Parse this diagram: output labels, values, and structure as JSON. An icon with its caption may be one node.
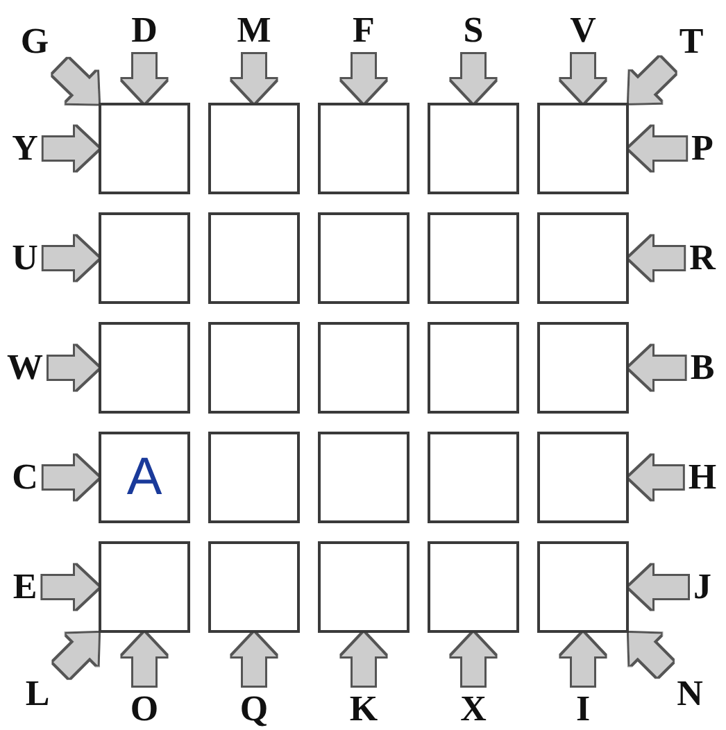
{
  "diagram": {
    "nodes": [
      {
        "text": [
          "G"
        ]
      },
      {
        "text": [
          "D"
        ]
      },
      {
        "text": [
          "M"
        ]
      },
      {
        "text": [
          "F"
        ]
      },
      {
        "text": [
          "S"
        ]
      },
      {
        "text": [
          "V"
        ]
      },
      {
        "text": [
          "T"
        ]
      },
      {
        "text": [
          "Y"
        ]
      },
      {
        "text": [],
        "shape": "box"
      },
      {
        "text": [],
        "shape": "box"
      },
      {
        "text": [],
        "shape": "box"
      },
      {
        "text": [],
        "shape": "box"
      },
      {
        "text": [],
        "shape": "box"
      },
      {
        "text": [
          "P"
        ]
      },
      {
        "text": [
          "U"
        ]
      },
      {
        "text": [],
        "shape": "box"
      },
      {
        "text": [],
        "shape": "box"
      },
      {
        "text": [],
        "shape": "box"
      },
      {
        "text": [],
        "shape": "box"
      },
      {
        "text": [],
        "shape": "box"
      },
      {
        "text": [
          "R"
        ]
      },
      {
        "text": [
          "W"
        ]
      },
      {
        "text": [],
        "shape": "box"
      },
      {
        "text": [],
        "shape": "box"
      },
      {
        "text": [],
        "shape": "box"
      },
      {
        "text": [],
        "shape": "box"
      },
      {
        "text": [],
        "shape": "box"
      },
      {
        "text": [
          "B"
        ]
      },
      {
        "text": [
          "C"
        ]
      },
      {
        "text": [
          "A"
        ]
      },
      {
        "text": [],
        "shape": "box"
      },
      {
        "text": [],
        "shape": "box"
      },
      {
        "text": [],
        "shape": "box"
      },
      {
        "text": [],
        "shape": "box"
      },
      {
        "text": [
          "H"
        ]
      },
      {
        "text": [
          "E"
        ]
      },
      {
        "text": [],
        "shape": "box"
      },
      {
        "text": [],
        "shape": "box"
      },
      {
        "text": [],
        "shape": "box"
      },
      {
        "text": [],
        "shape": "box"
      },
      {
        "text": [],
        "shape": "box"
      },
      {
        "text": [
          "J"
        ]
      },
      {
        "text": [
          "L"
        ]
      },
      {
        "text": [
          "O"
        ]
      },
      {
        "text": [
          "Q"
        ]
      },
      {
        "text": [
          "K"
        ]
      },
      {
        "text": [
          "X"
        ]
      },
      {
        "text": [
          "I"
        ]
      },
      {
        "text": [
          "N"
        ]
      }
    ],
    "edges": [
      {
        "from": 0,
        "to": 8,
        "arrow": "to"
      },
      {
        "from": 1,
        "to": 8,
        "arrow": "to"
      },
      {
        "from": 2,
        "to": 9,
        "arrow": "to"
      },
      {
        "from": 3,
        "to": 10,
        "arrow": "to"
      },
      {
        "from": 4,
        "to": 11,
        "arrow": "to"
      },
      {
        "from": 5,
        "to": 12,
        "arrow": "to"
      },
      {
        "from": 6,
        "to": 12,
        "arrow": "to"
      },
      {
        "from": 7,
        "to": 8,
        "arrow": "to"
      },
      {
        "from": 13,
        "to": 12,
        "arrow": "to"
      },
      {
        "from": 14,
        "to": 15,
        "arrow": "to"
      },
      {
        "from": 20,
        "to": 19,
        "arrow": "to"
      },
      {
        "from": 21,
        "to": 22,
        "arrow": "to"
      },
      {
        "from": 27,
        "to": 26,
        "arrow": "to"
      },
      {
        "from": 28,
        "to": 29,
        "arrow": "to"
      },
      {
        "from": 34,
        "to": 33,
        "arrow": "to"
      },
      {
        "from": 35,
        "to": 36,
        "arrow": "to"
      },
      {
        "from": 41,
        "to": 40,
        "arrow": "to"
      },
      {
        "from": 42,
        "to": 36,
        "arrow": "to"
      },
      {
        "from": 43,
        "to": 36,
        "arrow": "to"
      },
      {
        "from": 44,
        "to": 37,
        "arrow": "to"
      },
      {
        "from": 45,
        "to": 38,
        "arrow": "to"
      },
      {
        "from": 46,
        "to": 39,
        "arrow": "to"
      },
      {
        "from": 47,
        "to": 40,
        "arrow": "to"
      },
      {
        "from": 48,
        "to": 40,
        "arrow": "to"
      }
    ]
  }
}
